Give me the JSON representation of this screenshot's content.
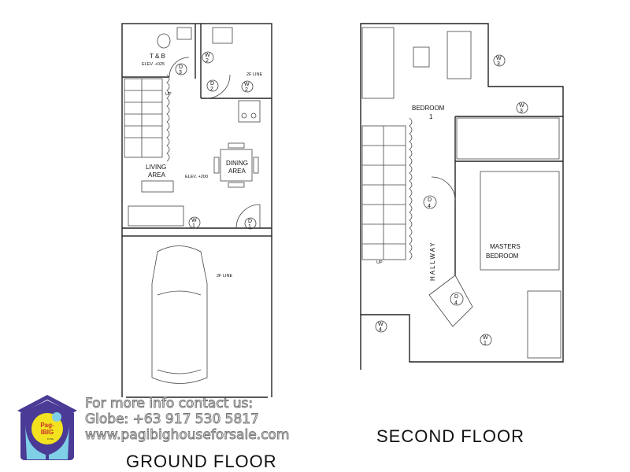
{
  "ground_floor": {
    "title": "GROUND FLOOR",
    "rooms": {
      "tb": "T & B",
      "tb_elev": "ELEV. +025",
      "living": "LIVING",
      "living2": "AREA",
      "living_elev": "ELEV. +200",
      "dining": "DINING",
      "dining2": "AREA",
      "up": "UP",
      "line_kitchen": "2F LINE",
      "line_garage": "2F LINE"
    },
    "tags": {
      "d3": [
        "D",
        "3"
      ],
      "w2a": [
        "W",
        "2"
      ],
      "d2": [
        "D",
        "2"
      ],
      "w2b": [
        "W",
        "2"
      ],
      "w1": [
        "W",
        "1"
      ],
      "d1": [
        "D",
        "1"
      ]
    }
  },
  "second_floor": {
    "title": "SECOND FLOOR",
    "rooms": {
      "bedroom1": "BEDROOM",
      "bedroom1_num": "1",
      "masters": "MASTERS",
      "masters2": "BEDROOM",
      "hallway": "HALLWAY",
      "up": "UP"
    },
    "tags": {
      "w3a": [
        "W",
        "3"
      ],
      "w3b": [
        "W",
        "3"
      ],
      "d4a": [
        "D",
        "4"
      ],
      "d4b": [
        "D",
        "4"
      ],
      "w4": [
        "W",
        "4"
      ],
      "w1": [
        "W",
        "1"
      ]
    }
  },
  "logo": {
    "line1": "Pag-",
    "line2": "IBIG",
    "line3": "FUND"
  },
  "promo": {
    "line1": "For more info contact us:",
    "line2": "Globe: +63 917 530 5817",
    "line3": "www.pagibighouseforsale.com"
  }
}
